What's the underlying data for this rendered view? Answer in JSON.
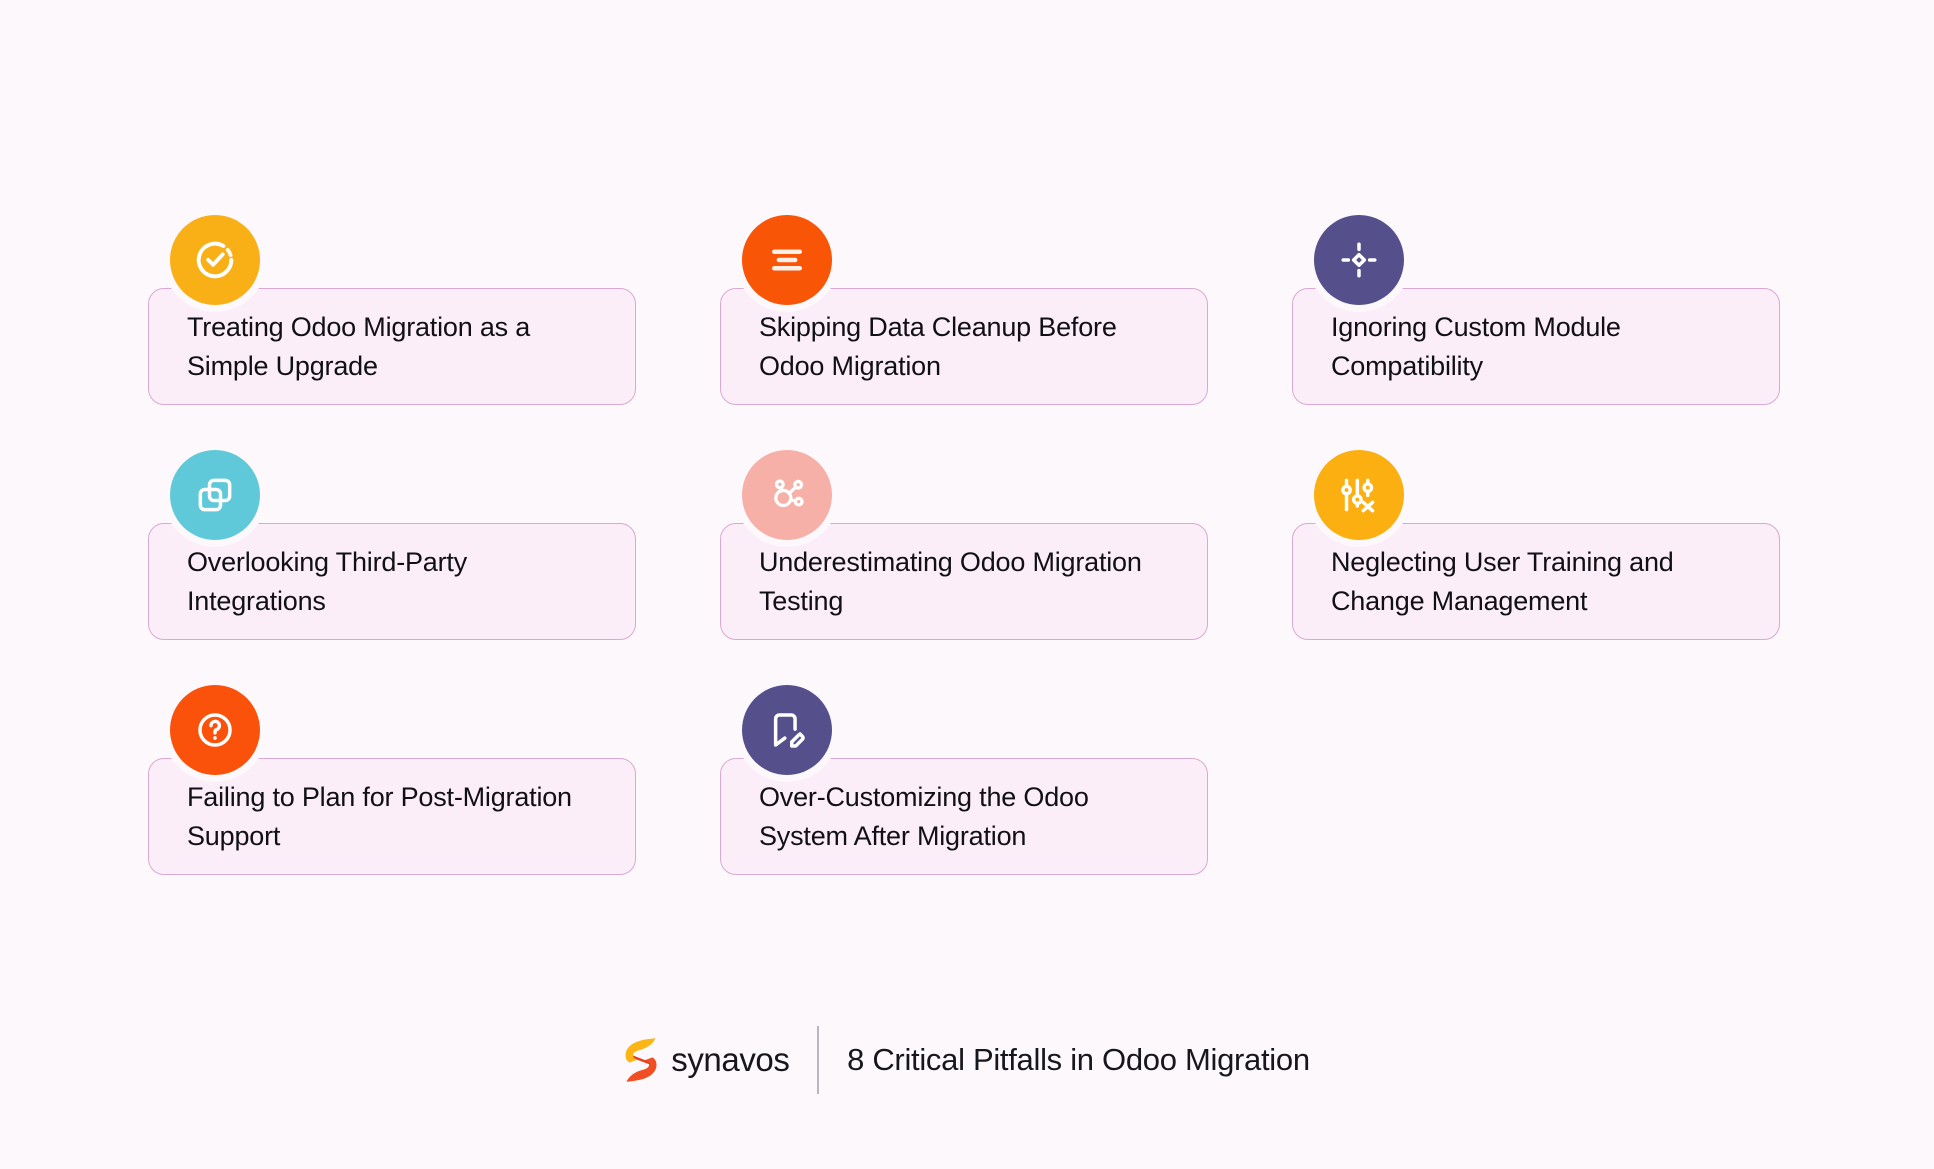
{
  "background_color": "#fdf8fc",
  "card_fill_color": "#fbeef8",
  "card_border_color": "#d9a9d2",
  "text_color": "#111018",
  "cards": [
    {
      "label": "Treating Odoo Migration as a Simple Upgrade",
      "icon": "target-check-icon",
      "icon_bg": "#f9b017",
      "icon_fg": "#ffffff"
    },
    {
      "label": "Skipping Data Cleanup Before Odoo Migration",
      "icon": "align-center-lines-icon",
      "icon_bg": "#f85507",
      "icon_fg": "#fdeee8"
    },
    {
      "label": "Ignoring Custom Module Compatibility",
      "icon": "crosshair-diamond-icon",
      "icon_bg": "#55508c",
      "icon_fg": "#ffffff"
    },
    {
      "label": "Overlooking Third-Party Integrations",
      "icon": "copy-layers-icon",
      "icon_bg": "#5fc9d9",
      "icon_fg": "#ffffff"
    },
    {
      "label": "Underestimating Odoo Migration Testing",
      "icon": "network-share-icon",
      "icon_bg": "#f7b0a7",
      "icon_fg": "#ffffff"
    },
    {
      "label": "Neglecting User Training and Change Management",
      "icon": "sliders-off-icon",
      "icon_bg": "#fbaf11",
      "icon_fg": "#ffffff"
    },
    {
      "label": "Failing to Plan for Post-Migration Support",
      "icon": "help-question-circle-icon",
      "icon_bg": "#fa520b",
      "icon_fg": "#ffffff"
    },
    {
      "label": "Over-Customizing the Odoo System After Migration",
      "icon": "bookmark-edit-icon",
      "icon_bg": "#55508c",
      "icon_fg": "#ffffff"
    }
  ],
  "footer": {
    "logo_icon": "synavos-s-logo-icon",
    "logo_color_primary": "#f04e23",
    "logo_color_secondary": "#fbb615",
    "brand_name": "synavos",
    "title": "8 Critical Pitfalls in Odoo Migration"
  }
}
